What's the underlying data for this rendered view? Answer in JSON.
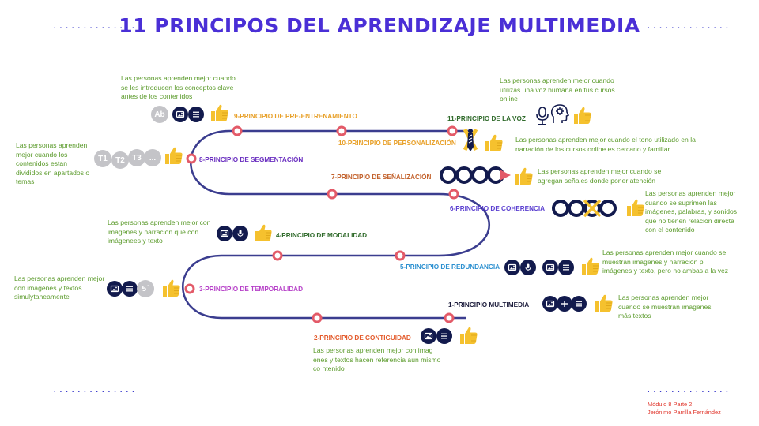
{
  "title": "11 PRINCIPOS DEL APRENDIZAJE MULTIMEDIA",
  "decor_dots": "..............",
  "colors": {
    "title": "#4a2fd6",
    "path": "#3b3d8f",
    "node": "#e35a68",
    "desc": "#5a9a2a",
    "icon_bg": "#121a4d",
    "thumb": "#f5c12e",
    "footer": "#e0352b"
  },
  "principles": [
    {
      "label": "1-PRINCIPIO MULTIMEDIA",
      "color": "#1a1a3a",
      "desc": "Las personas aprenden mejor cuando se muestran imagenes más textos"
    },
    {
      "label": "2-PRINCIPIO DE CONTIGUIDAD",
      "color": "#e35a2b",
      "desc": "Las personas aprenden mejor con imag enes y textos hacen referencia aun mismo co ntenido"
    },
    {
      "label": "3-PRINCIPIO DE TEMPORALIDAD",
      "color": "#b640c8",
      "desc": "Las personas aprenden mejor con imagenes y textos simulytaneamente"
    },
    {
      "label": "4-PRINCIPIO DE MODALIDAD",
      "color": "#2f6a2a",
      "desc": "Las personas aprenden mejor con imagenes y narración que con imágenees y texto"
    },
    {
      "label": "5-PRINCIPIO DE REDUNDANCIA",
      "color": "#2a8fd0",
      "desc": "Las personas aprenden mejor cuando se muestran imagenes  y narración p imágenes y texto, pero no ambas a la vez"
    },
    {
      "label": "6-PRINCIPIO DE COHERENCIA",
      "color": "#5a3fd0",
      "desc": "Las personas aprenden mejor cuando se suprimen las imágenes, palabras, y sonidos que no tienen relación directa con el contenido"
    },
    {
      "label": "7-PRINCIPIO DE SEÑALIZACIÓN",
      "color": "#c2602a",
      "desc": "Las personas aprenden mejor cuando se agregan señales donde poner atención"
    },
    {
      "label": "8-PRINCIPIO DE SEGMENTACIÓN",
      "color": "#6a2fc0",
      "desc": "Las personas aprenden mejor cuando los contenidos estan divididos en apartados o temas"
    },
    {
      "label": "9-PRINCIPIO DE PRE-ENTRENAMIENTO",
      "color": "#e8a028",
      "desc": "Las personas aprenden mejor cuando se les introducen los conceptos clave antes de los contenidos"
    },
    {
      "label": "10-PRINCIPIO DE PERSONALIZACIÓN",
      "color": "#e8a028",
      "desc": "Las personas aprenden mejor cuando el tono utilizado en la narración de los cursos online es cercano y familiar"
    },
    {
      "label": "11-PRINCIPIO DE LA VOZ",
      "color": "#2f6a2a",
      "desc": "Las personas aprenden mejor cuando utilizas una voz humana en tus cursos online"
    }
  ],
  "chips": {
    "ab": "Ab",
    "t1": "T1",
    "t2": "T2",
    "t3": "T3",
    "more": "...",
    "five": "5´"
  },
  "footer": {
    "line1": "Módulo 8 Parte 2",
    "line2": "Jerónimo Parrilla Fernández"
  }
}
